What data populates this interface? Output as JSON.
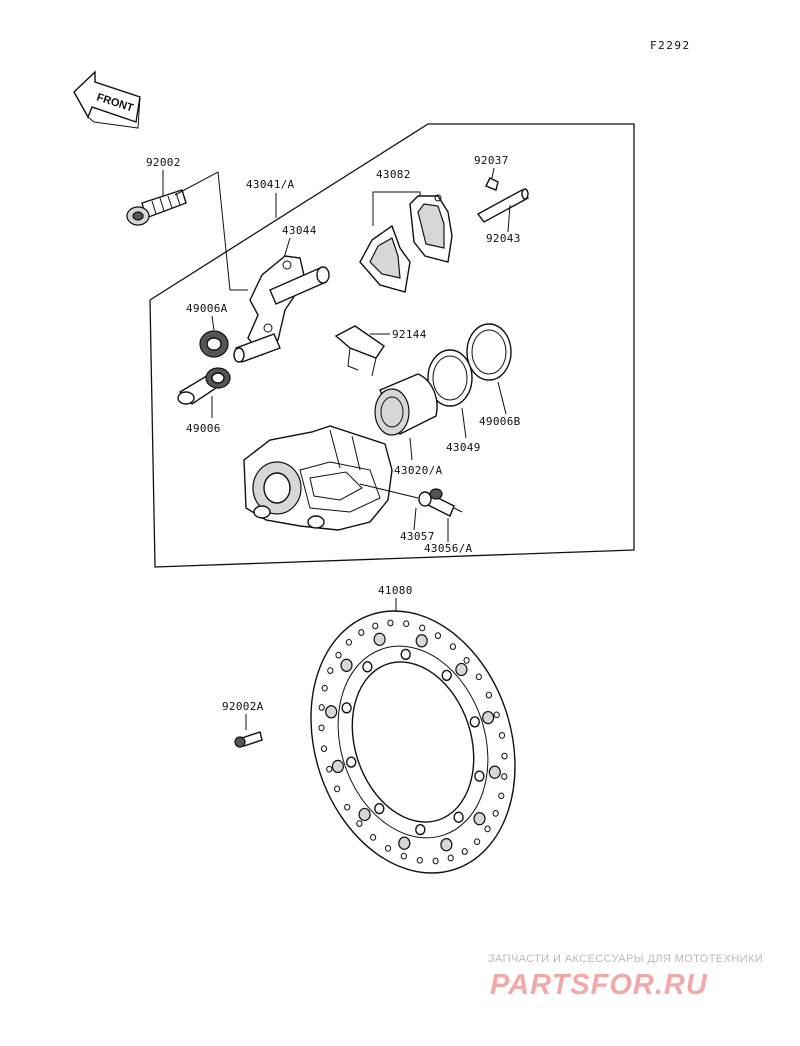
{
  "diagram_code": "F2292",
  "front_arrow_label": "FRONT",
  "parts": {
    "p92002": "92002",
    "p43041": "43041/A",
    "p43082": "43082",
    "p92037": "92037",
    "p43044": "43044",
    "p92043": "92043",
    "p49006A": "49006A",
    "p92144": "92144",
    "p49006": "49006",
    "p49006B": "49006B",
    "p43049": "43049",
    "p43020": "43020/A",
    "p43057": "43057",
    "p43056": "43056/A",
    "p41080": "41080",
    "p92002A": "92002A"
  },
  "watermark": {
    "caption": "ЗАПЧАСТИ И АКСЕССУАРЫ ДЛЯ МОТОТЕХНИКИ",
    "logo": "PARTSFOR.RU",
    "color": "#e05050"
  }
}
